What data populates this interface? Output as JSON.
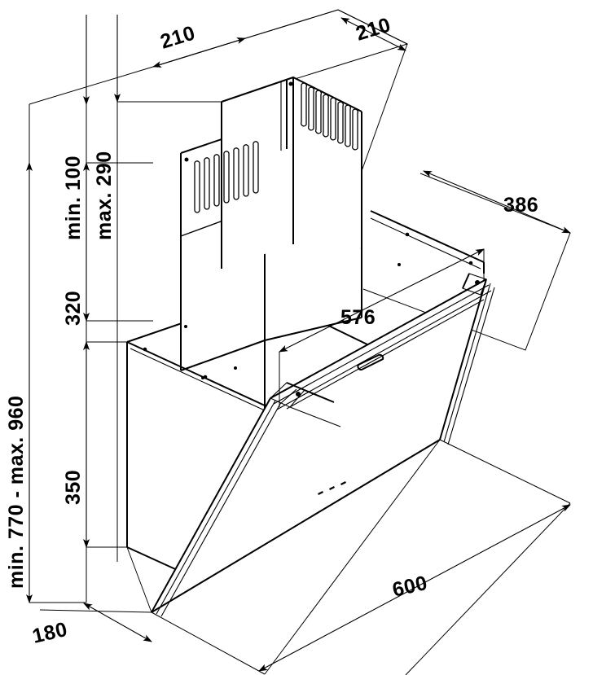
{
  "drawing": {
    "title": "Inclined range hood installation dimension drawing",
    "units": "mm",
    "view": "isometric",
    "line_color": "#000000",
    "background_color": "#ffffff"
  },
  "dimensions": {
    "ceiling_gap": {
      "id": "ceiling-gap",
      "label_min": "min. 100",
      "label_max": "max. 290",
      "orientation": "vertical",
      "rotation_deg": -90
    },
    "chimney_height": {
      "id": "chimney-height",
      "label": "320",
      "orientation": "vertical",
      "rotation_deg": -90
    },
    "body_height": {
      "id": "body-height",
      "label": "350",
      "orientation": "vertical",
      "rotation_deg": -90
    },
    "mounting_height": {
      "id": "mounting-height",
      "label": "min. 770 - max. 960",
      "orientation": "vertical",
      "rotation_deg": -90
    },
    "chimney_depth_left": {
      "id": "chimney-depth-left",
      "label": "210",
      "orientation": "isometric-left"
    },
    "chimney_width_right": {
      "id": "chimney-width-right",
      "label": "210",
      "orientation": "isometric-right"
    },
    "hood_depth": {
      "id": "hood-depth",
      "label": "386",
      "orientation": "isometric-right"
    },
    "glass_width": {
      "id": "glass-inner-width",
      "label": "576",
      "orientation": "isometric-left"
    },
    "hood_width": {
      "id": "hood-width",
      "label": "600",
      "orientation": "isometric-left"
    },
    "body_depth": {
      "id": "body-depth",
      "label": "180",
      "orientation": "isometric-right"
    }
  },
  "parts": {
    "upper_chimney": {
      "name": "upper-chimney",
      "has_vents": true,
      "vent_slot_count": 8
    },
    "lower_chimney": {
      "name": "lower-chimney",
      "has_vents": true,
      "vent_slot_count": 7
    },
    "hood_body": {
      "name": "hood-body"
    },
    "glass_panel": {
      "name": "inclined-glass-panel"
    },
    "control_panel": {
      "name": "control-panel-indicators",
      "indicator_count": 3
    }
  }
}
